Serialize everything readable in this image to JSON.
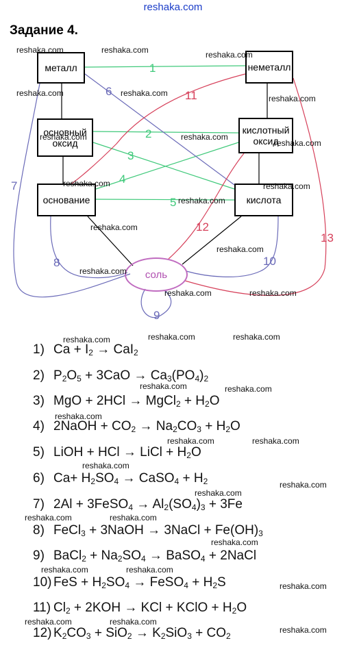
{
  "site_name": "reshaka.com",
  "task_title": "Задание 4.",
  "watermark": "reshaka.com",
  "boxes": {
    "metal": "металл",
    "nonmetal": "неметалл",
    "basic_oxide": "основный оксид",
    "acidic_oxide": "кислотный оксид",
    "base": "основание",
    "acid": "кислота",
    "salt": "соль"
  },
  "link_numbers": [
    "1",
    "2",
    "3",
    "4",
    "5",
    "6",
    "7",
    "8",
    "9",
    "10",
    "11",
    "12",
    "13"
  ],
  "colors": {
    "green": "#3fc97a",
    "blue": "#6a6ab8",
    "red": "#d6405a",
    "black": "#000000",
    "salt": "#c06cc0",
    "site": "#1a3cc8"
  },
  "equations": [
    {
      "num": "1)",
      "parts": [
        [
          "Ca + I",
          ""
        ],
        [
          "2",
          "sub"
        ],
        [
          " → CaI",
          ""
        ],
        [
          "2",
          "sub"
        ]
      ]
    },
    {
      "num": "2)",
      "parts": [
        [
          "P",
          ""
        ],
        [
          "2",
          "sub"
        ],
        [
          "O",
          ""
        ],
        [
          "5",
          "sub"
        ],
        [
          " + 3CaO → Ca",
          ""
        ],
        [
          "3",
          "sub"
        ],
        [
          "(PO",
          ""
        ],
        [
          "4",
          "sub"
        ],
        [
          ")",
          ""
        ],
        [
          "2",
          "sub"
        ]
      ]
    },
    {
      "num": "3)",
      "parts": [
        [
          "MgO + 2HCl → MgCl",
          ""
        ],
        [
          "2",
          "sub"
        ],
        [
          " + H",
          ""
        ],
        [
          "2",
          "sub"
        ],
        [
          "O",
          ""
        ]
      ]
    },
    {
      "num": "4)",
      "parts": [
        [
          "2NaOH + CO",
          ""
        ],
        [
          "2",
          "sub"
        ],
        [
          " → Na",
          ""
        ],
        [
          "2",
          "sub"
        ],
        [
          "CO",
          ""
        ],
        [
          "3",
          "sub"
        ],
        [
          " + H",
          ""
        ],
        [
          "2",
          "sub"
        ],
        [
          "O",
          ""
        ]
      ]
    },
    {
      "num": "5)",
      "parts": [
        [
          "LiOH + HCl → LiCl + H",
          ""
        ],
        [
          "2",
          "sub"
        ],
        [
          "O",
          ""
        ]
      ]
    },
    {
      "num": "6)",
      "parts": [
        [
          "Ca+ H",
          ""
        ],
        [
          "2",
          "sub"
        ],
        [
          "SO",
          ""
        ],
        [
          "4",
          "sub"
        ],
        [
          " → CaSO",
          ""
        ],
        [
          "4",
          "sub"
        ],
        [
          " + H",
          ""
        ],
        [
          "2",
          "sub"
        ]
      ]
    },
    {
      "num": "7)",
      "parts": [
        [
          "2Al + 3FeSO",
          ""
        ],
        [
          "4",
          "sub"
        ],
        [
          " → Al",
          ""
        ],
        [
          "2",
          "sub"
        ],
        [
          "(SO",
          ""
        ],
        [
          "4",
          "sub"
        ],
        [
          ")",
          ""
        ],
        [
          "3",
          "sub"
        ],
        [
          " + 3Fe",
          ""
        ]
      ]
    },
    {
      "num": "8)",
      "parts": [
        [
          "FeCl",
          ""
        ],
        [
          "3",
          "sub"
        ],
        [
          " + 3NaOH → 3NaCl + Fe(OH)",
          ""
        ],
        [
          "3",
          "sub"
        ]
      ]
    },
    {
      "num": "9)",
      "parts": [
        [
          "BaCl",
          ""
        ],
        [
          "2",
          "sub"
        ],
        [
          " + Na",
          ""
        ],
        [
          "2",
          "sub"
        ],
        [
          "SO",
          ""
        ],
        [
          "4",
          "sub"
        ],
        [
          " → BaSO",
          ""
        ],
        [
          "4",
          "sub"
        ],
        [
          " + 2NaCl",
          ""
        ]
      ]
    },
    {
      "num": "10)",
      "parts": [
        [
          "FeS + H",
          ""
        ],
        [
          "2",
          "sub"
        ],
        [
          "SO",
          ""
        ],
        [
          "4",
          "sub"
        ],
        [
          " → FeSO",
          ""
        ],
        [
          "4",
          "sub"
        ],
        [
          " + H",
          ""
        ],
        [
          "2",
          "sub"
        ],
        [
          "S",
          ""
        ]
      ]
    },
    {
      "num": "11)",
      "parts": [
        [
          "Cl",
          ""
        ],
        [
          "2",
          "sub"
        ],
        [
          " + 2KOH → KCl + KClO + H",
          ""
        ],
        [
          "2",
          "sub"
        ],
        [
          "O",
          ""
        ]
      ]
    },
    {
      "num": "12)",
      "parts": [
        [
          "K",
          ""
        ],
        [
          "2",
          "sub"
        ],
        [
          "CO",
          ""
        ],
        [
          "3",
          "sub"
        ],
        [
          " + SiO",
          ""
        ],
        [
          "2",
          "sub"
        ],
        [
          " → K",
          ""
        ],
        [
          "2",
          "sub"
        ],
        [
          "SiO",
          ""
        ],
        [
          "3",
          "sub"
        ],
        [
          " + CO",
          ""
        ],
        [
          "2",
          "sub"
        ]
      ]
    }
  ]
}
